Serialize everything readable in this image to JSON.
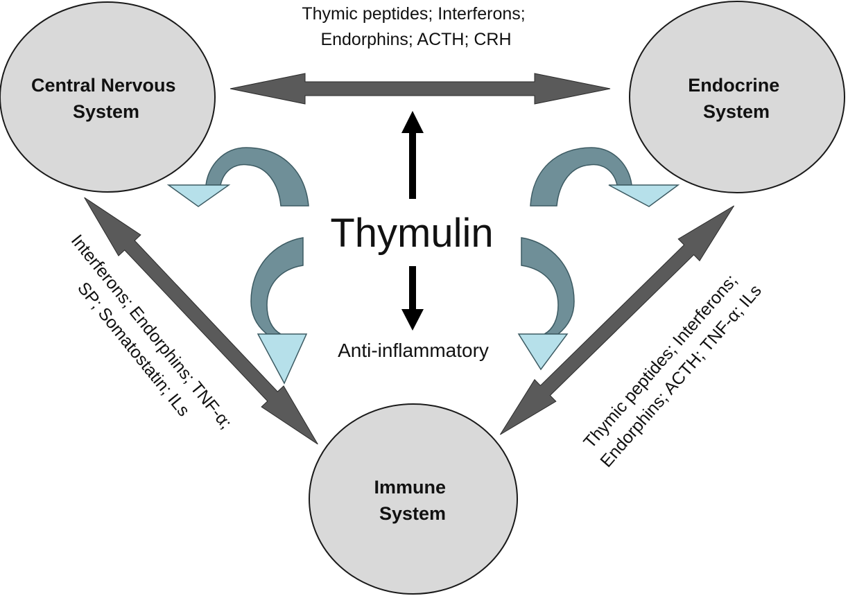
{
  "nodes": {
    "cns": {
      "line1": "Central Nervous",
      "line2": "System"
    },
    "endocrine": {
      "line1": "Endocrine",
      "line2": "System"
    },
    "immune": {
      "line1": "Immune",
      "line2": "System"
    }
  },
  "hub": {
    "label": "Thymulin",
    "effect": "Anti-inflammatory"
  },
  "edges": {
    "top": {
      "line1": "Thymic peptides; Interferons;",
      "line2": "Endorphins; ACTH; CRH"
    },
    "left": {
      "line1": "Interferons; Endorphins; TNF-α;",
      "line2": "SP; Somatostatin; ILs"
    },
    "right": {
      "line1": "Thymic peptides; Interferons;",
      "line2": "Endorphins; ACTH; TNF-α; ILs"
    }
  },
  "colors": {
    "node_fill": "#d9d9d9",
    "node_stroke": "#1a1a1a",
    "arrow_gray": "#5a5a5a",
    "curve_dark": "#6f8f98",
    "curve_light": "#b6e0ea",
    "black_arrow": "#000000"
  }
}
